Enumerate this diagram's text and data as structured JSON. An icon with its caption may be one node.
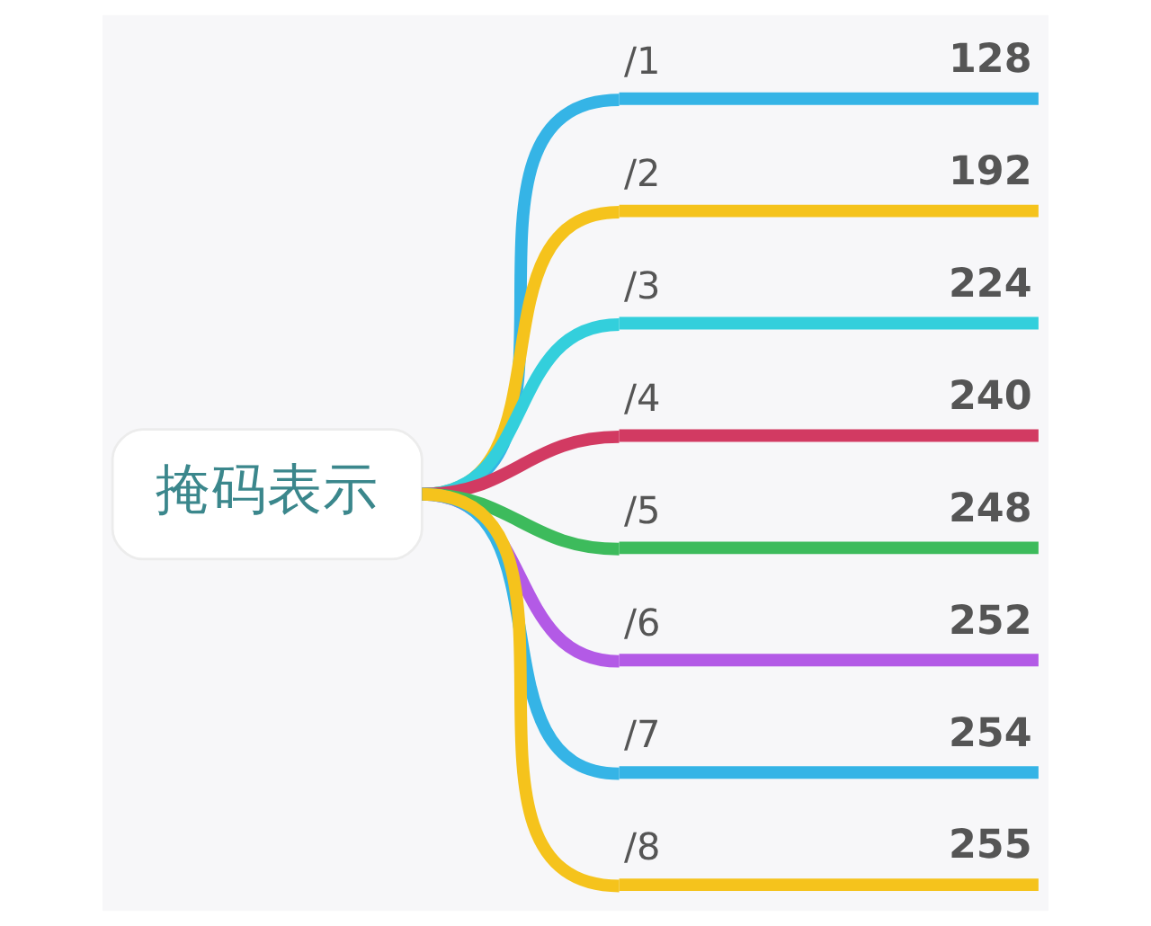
{
  "diagram": {
    "nodes": [
      {
        "text": [
          "掩码表示"
        ]
      },
      {
        "text": [
          "/1",
          "128"
        ]
      },
      {
        "text": [
          "/2",
          "192"
        ]
      },
      {
        "text": [
          "/3",
          "224"
        ]
      },
      {
        "text": [
          "/4",
          "240"
        ]
      },
      {
        "text": [
          "/5",
          "248"
        ]
      },
      {
        "text": [
          "/6",
          "252"
        ]
      },
      {
        "text": [
          "/7",
          "254"
        ]
      },
      {
        "text": [
          "/8",
          "255"
        ]
      }
    ],
    "edges": [
      {
        "from": 0,
        "to": 1,
        "arrow": "none",
        "color": "#35b4e6"
      },
      {
        "from": 0,
        "to": 2,
        "arrow": "none",
        "color": "#f5c31c"
      },
      {
        "from": 0,
        "to": 3,
        "arrow": "none",
        "color": "#33cfdc"
      },
      {
        "from": 0,
        "to": 4,
        "arrow": "none",
        "color": "#d23a62"
      },
      {
        "from": 0,
        "to": 5,
        "arrow": "none",
        "color": "#3dbb5c"
      },
      {
        "from": 0,
        "to": 6,
        "arrow": "none",
        "color": "#b35ae6"
      },
      {
        "from": 0,
        "to": 7,
        "arrow": "none",
        "color": "#35b4e6"
      },
      {
        "from": 0,
        "to": 8,
        "arrow": "none",
        "color": "#f5c31c"
      }
    ]
  }
}
